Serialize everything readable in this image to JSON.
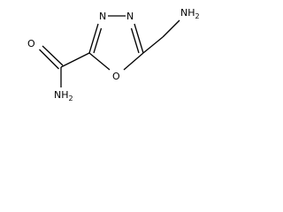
{
  "molecule": {
    "atoms": {
      "n_left": "N",
      "n_right": "N",
      "o_ring": "O",
      "o_carbonyl": "O",
      "nh2_top": "NH",
      "nh2_top_sub": "2",
      "nh2_bottom": "NH",
      "nh2_bottom_sub": "2"
    }
  }
}
